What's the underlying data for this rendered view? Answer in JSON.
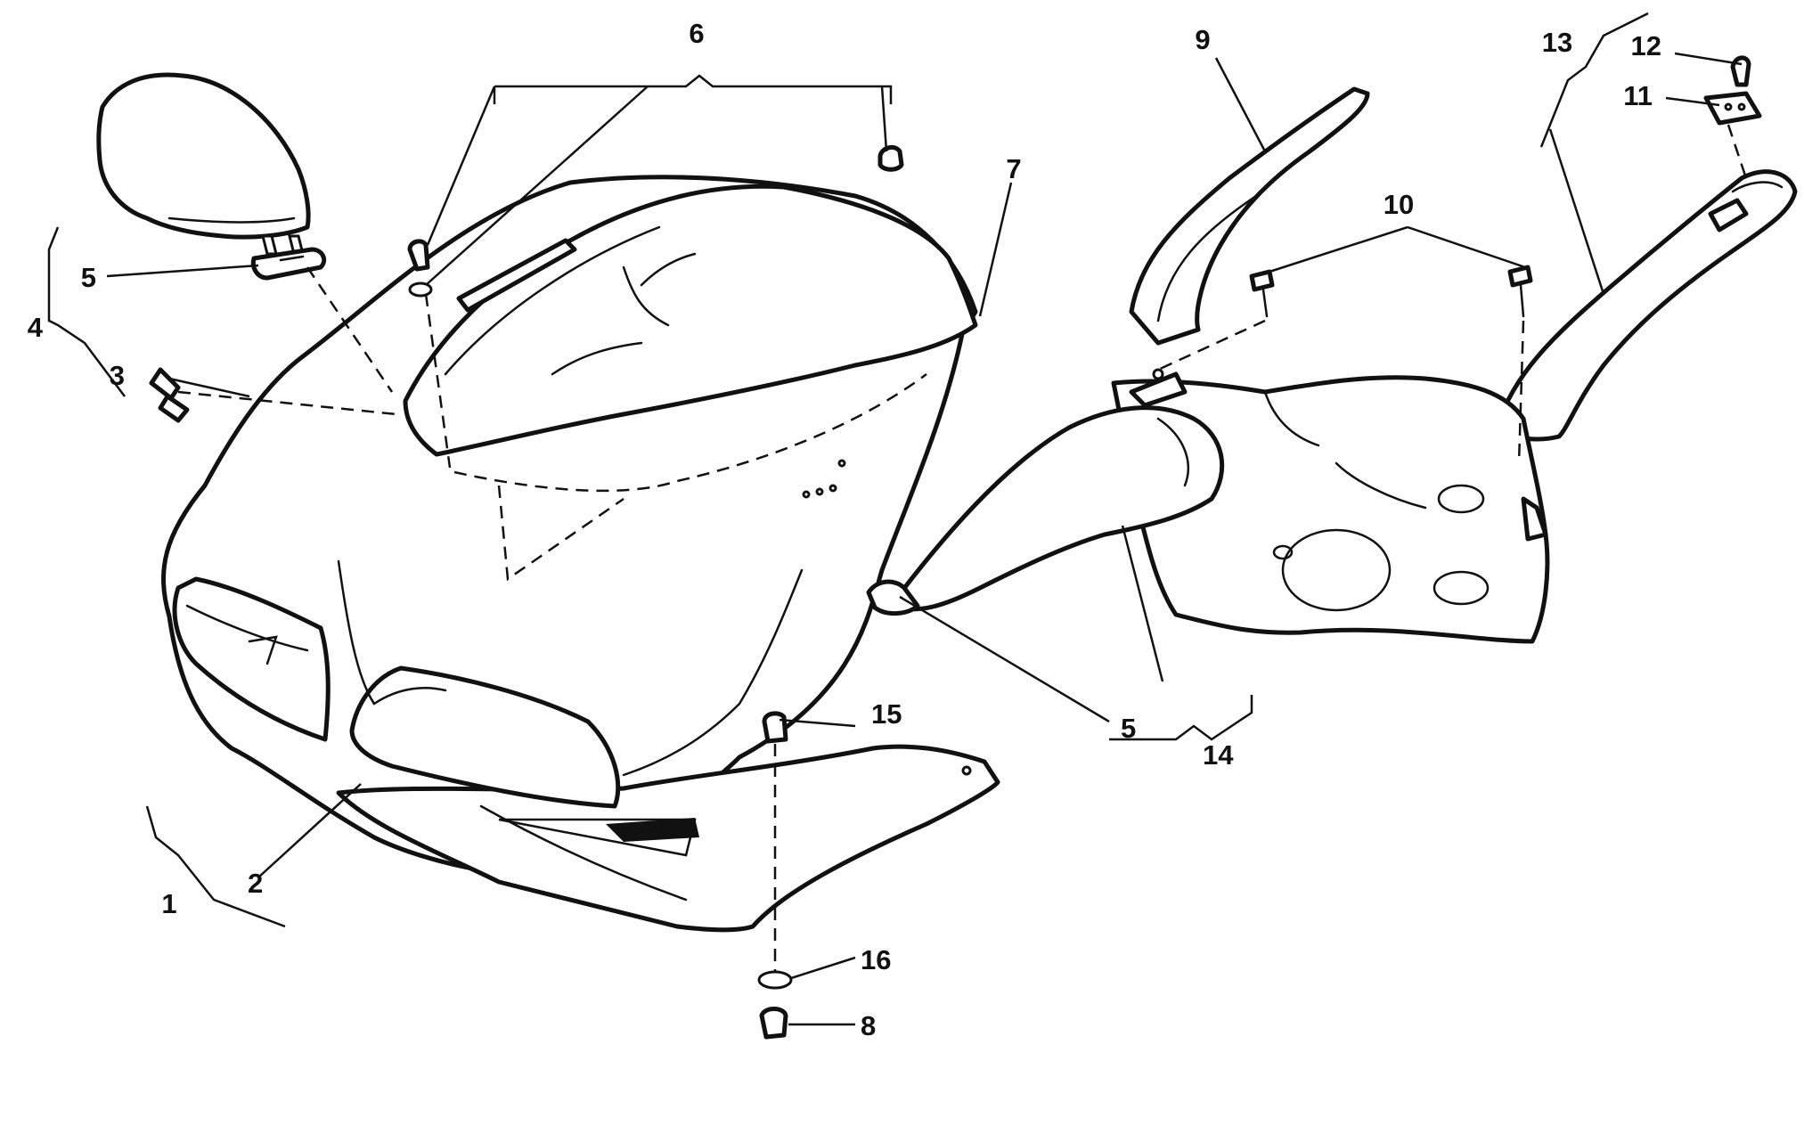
{
  "colors": {
    "ink": "#111111",
    "paper": "#ffffff"
  },
  "callouts": [
    {
      "id": "c6",
      "text": "6"
    },
    {
      "id": "c9",
      "text": "9"
    },
    {
      "id": "c13",
      "text": "13"
    },
    {
      "id": "c12",
      "text": "12"
    },
    {
      "id": "c11",
      "text": "11"
    },
    {
      "id": "c7",
      "text": "7"
    },
    {
      "id": "c10",
      "text": "10"
    },
    {
      "id": "c5a",
      "text": "5"
    },
    {
      "id": "c4",
      "text": "4"
    },
    {
      "id": "c3",
      "text": "3"
    },
    {
      "id": "c15",
      "text": "15"
    },
    {
      "id": "c5b",
      "text": "5"
    },
    {
      "id": "c14",
      "text": "14"
    },
    {
      "id": "c2",
      "text": "2"
    },
    {
      "id": "c1",
      "text": "1"
    },
    {
      "id": "c16",
      "text": "16"
    },
    {
      "id": "c8",
      "text": "8"
    }
  ]
}
